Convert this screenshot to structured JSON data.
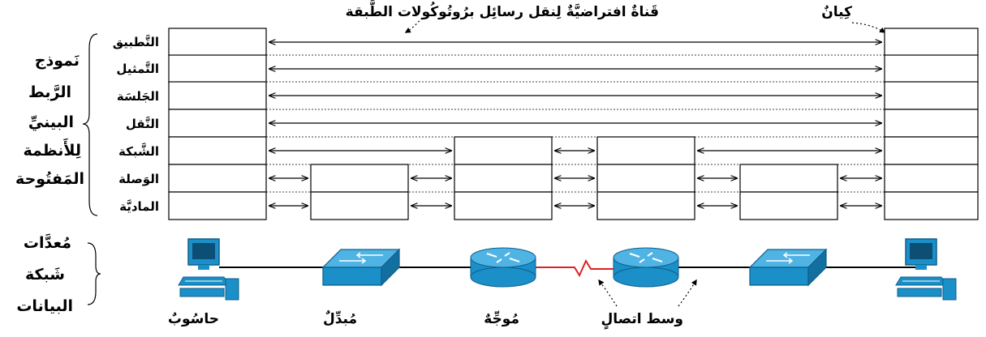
{
  "top_labels": {
    "channel": "قَناةٌ افتراضيَّةٌ لِنقل رسائِل برُوتُوكُولات الطَّبقة",
    "entity": "كِيانٌ"
  },
  "model_title_lines": [
    "نَموذج",
    "الرَّبط",
    "البينيِّ",
    "لِلأَنظمة",
    "المَفتُوحة"
  ],
  "layers": [
    "التَّطبيق",
    "التَّمثيل",
    "الجَلسَة",
    "النَّقل",
    "الشَّبكة",
    "الوَصلة",
    "الماديَّة"
  ],
  "devices_title_lines": [
    "مُعدَّات",
    "شَبكة",
    "البيانات"
  ],
  "device_labels": {
    "computer": "حاسُوبٌ",
    "switch": "مُبدِّلٌ",
    "router": "مُوجِّهٌ",
    "medium": "وسط اتصالٍ"
  },
  "colors": {
    "device_blue": "#1a8fc8",
    "device_dark": "#0f5f8c",
    "medium_link": "#e02020"
  }
}
